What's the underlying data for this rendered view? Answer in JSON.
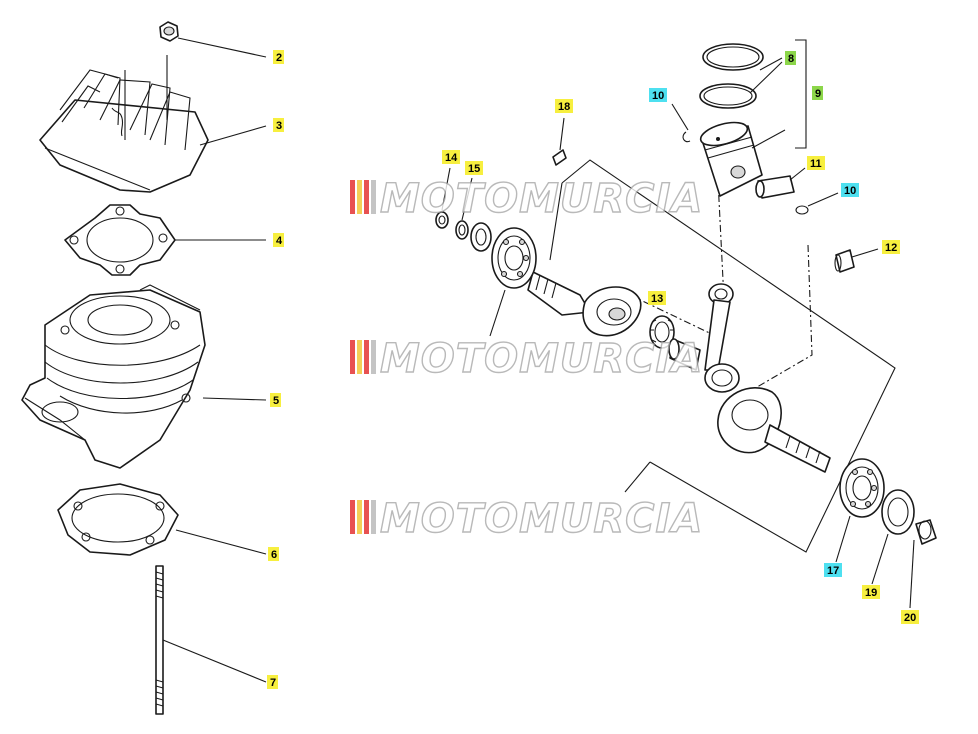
{
  "colors": {
    "label_yellow": "#f7ef3f",
    "label_cyan": "#4ee0f0",
    "label_green": "#8cd64a",
    "watermark_red": "#e01818",
    "watermark_yellow": "#f0c020",
    "watermark_gray": "#b0b0b0"
  },
  "watermark": {
    "text": "MOTOMURCIA"
  },
  "callouts": [
    {
      "id": "c2",
      "number": "2",
      "color": "yellow"
    },
    {
      "id": "c3",
      "number": "3",
      "color": "yellow"
    },
    {
      "id": "c4",
      "number": "4",
      "color": "yellow"
    },
    {
      "id": "c5",
      "number": "5",
      "color": "yellow"
    },
    {
      "id": "c6",
      "number": "6",
      "color": "yellow"
    },
    {
      "id": "c7",
      "number": "7",
      "color": "yellow"
    },
    {
      "id": "c8",
      "number": "8",
      "color": "green"
    },
    {
      "id": "c9",
      "number": "9",
      "color": "green"
    },
    {
      "id": "c10a",
      "number": "10",
      "color": "cyan"
    },
    {
      "id": "c10b",
      "number": "10",
      "color": "cyan"
    },
    {
      "id": "c11",
      "number": "11",
      "color": "yellow"
    },
    {
      "id": "c12",
      "number": "12",
      "color": "yellow"
    },
    {
      "id": "c13",
      "number": "13",
      "color": "yellow"
    },
    {
      "id": "c14",
      "number": "14",
      "color": "yellow"
    },
    {
      "id": "c15",
      "number": "15",
      "color": "yellow"
    },
    {
      "id": "c17",
      "number": "17",
      "color": "cyan"
    },
    {
      "id": "c18",
      "number": "18",
      "color": "yellow"
    },
    {
      "id": "c19",
      "number": "19",
      "color": "yellow"
    },
    {
      "id": "c20",
      "number": "20",
      "color": "yellow"
    }
  ]
}
